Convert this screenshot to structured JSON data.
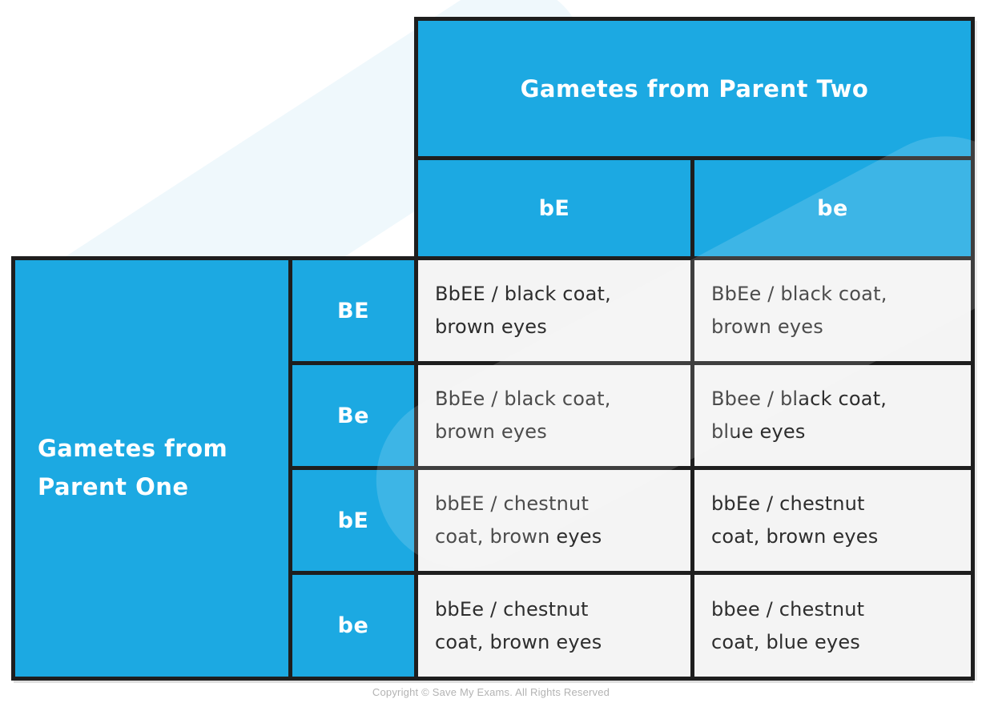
{
  "page": {
    "footer": "Copyright © Save My Exams. All Rights Reserved"
  },
  "colors": {
    "header_blue": "#1ca9e2",
    "border": "#1e1e1e",
    "cell_bg": "#f4f4f4",
    "cell_text": "#2d2d2d",
    "header_text": "#ffffff",
    "footer_text": "#b3b3b3",
    "watermark": "#eff8fc",
    "page_bg": "#ffffff"
  },
  "punnett_table": {
    "col_header_group": "Gametes from Parent Two",
    "col_headers": [
      "bE",
      "be"
    ],
    "row_header_group": "Gametes from\nParent One",
    "row_headers": [
      "BE",
      "Be",
      "bE",
      "be"
    ],
    "cells": [
      [
        "BbEE / black coat,\nbrown eyes",
        "BbEe / black coat,\nbrown eyes"
      ],
      [
        "BbEe / black coat,\nbrown eyes",
        "Bbee / black coat,\nblue eyes"
      ],
      [
        "bbEE / chestnut\ncoat, brown eyes",
        "bbEe / chestnut\ncoat, brown eyes"
      ],
      [
        "bbEe / chestnut\ncoat, brown eyes",
        "bbee / chestnut\ncoat, blue eyes"
      ]
    ]
  }
}
